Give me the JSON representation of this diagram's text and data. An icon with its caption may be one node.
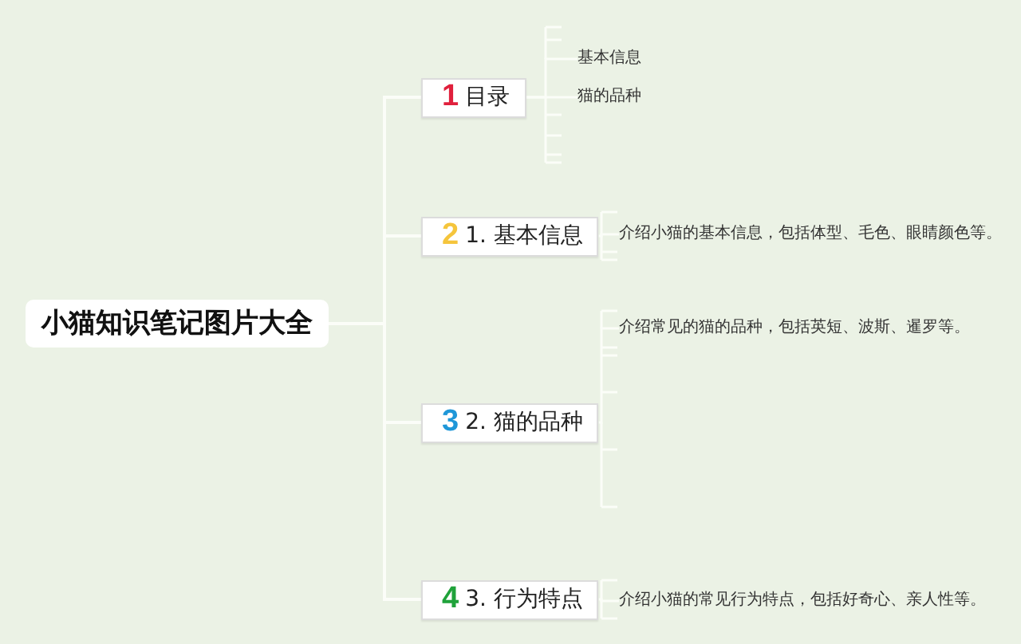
{
  "diagram": {
    "nodes": [
      {
        "text": [
          "小猫知识笔记图片大全"
        ]
      },
      {
        "text": [
          "1",
          "目录"
        ]
      },
      {
        "text": [
          "2",
          "1. 基本信息"
        ]
      },
      {
        "text": [
          "3",
          "2. 猫的品种"
        ]
      },
      {
        "text": [
          "4",
          "3. 行为特点"
        ]
      },
      {
        "text": [
          "基本信息"
        ]
      },
      {
        "text": [
          "猫的品种"
        ]
      },
      {
        "text": [
          "介绍小猫的基本信息，包括体型、毛色、眼睛颜色等。"
        ]
      },
      {
        "text": [
          "介绍常见的猫的品种，包括英短、波斯、暹罗等。"
        ]
      },
      {
        "text": [
          "介绍小猫的常见行为特点，包括好奇心、亲人性等。"
        ]
      }
    ],
    "edges": [
      {
        "from": 0,
        "to": 1,
        "arrow": "none"
      },
      {
        "from": 0,
        "to": 2,
        "arrow": "none"
      },
      {
        "from": 0,
        "to": 3,
        "arrow": "none"
      },
      {
        "from": 0,
        "to": 4,
        "arrow": "none"
      },
      {
        "from": 1,
        "to": 5,
        "arrow": "none"
      },
      {
        "from": 1,
        "to": 6,
        "arrow": "none"
      },
      {
        "from": 2,
        "to": 7,
        "arrow": "none"
      },
      {
        "from": 3,
        "to": 8,
        "arrow": "none"
      },
      {
        "from": 4,
        "to": 9,
        "arrow": "none"
      }
    ]
  }
}
